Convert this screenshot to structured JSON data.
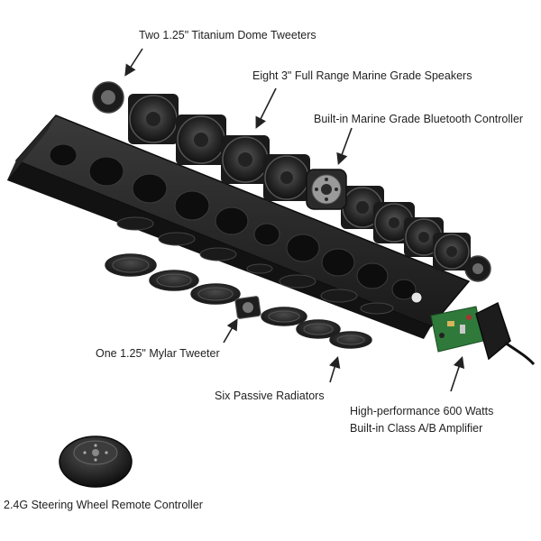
{
  "labels": {
    "tweeters": "Two 1.25\" Titanium Dome Tweeters",
    "speakers": "Eight 3\" Full Range Marine Grade Speakers",
    "bluetooth": "Built-in Marine Grade Bluetooth Controller",
    "mylar": "One 1.25\" Mylar Tweeter",
    "radiators": "Six Passive Radiators",
    "amplifier_line1": "High-performance 600 Watts",
    "amplifier_line2": "Built-in Class A/B Amplifier",
    "remote": "2.4G Steering Wheel Remote Controller"
  },
  "colors": {
    "background": "#ffffff",
    "text": "#222222",
    "housing": "#2b2b2b",
    "housing_dark": "#151515",
    "driver": "#1e1e1e",
    "cone": "#3a3a3a",
    "pcb": "#2f7a3a",
    "arrow": "#222222"
  },
  "icons": {
    "remote": "steering-remote-icon",
    "controller": "bluetooth-controller-icon"
  }
}
